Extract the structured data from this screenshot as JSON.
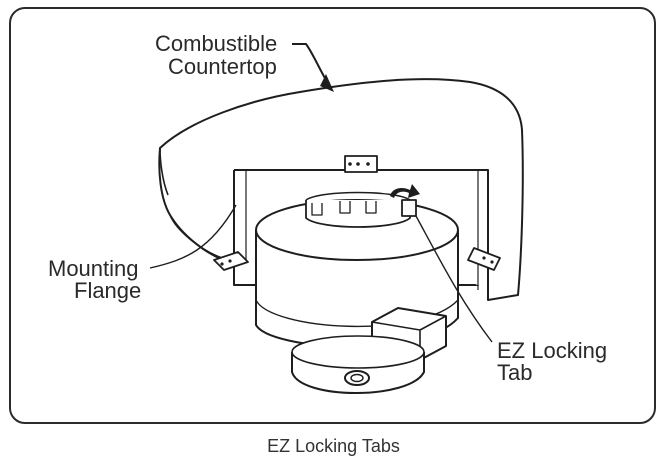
{
  "labels": {
    "countertop_line1": "Combustible",
    "countertop_line2": "Countertop",
    "flange_line1": "Mounting",
    "flange_line2": "Flange",
    "tab_line1": "EZ Locking",
    "tab_line2": "Tab"
  },
  "caption": "EZ Locking Tabs"
}
